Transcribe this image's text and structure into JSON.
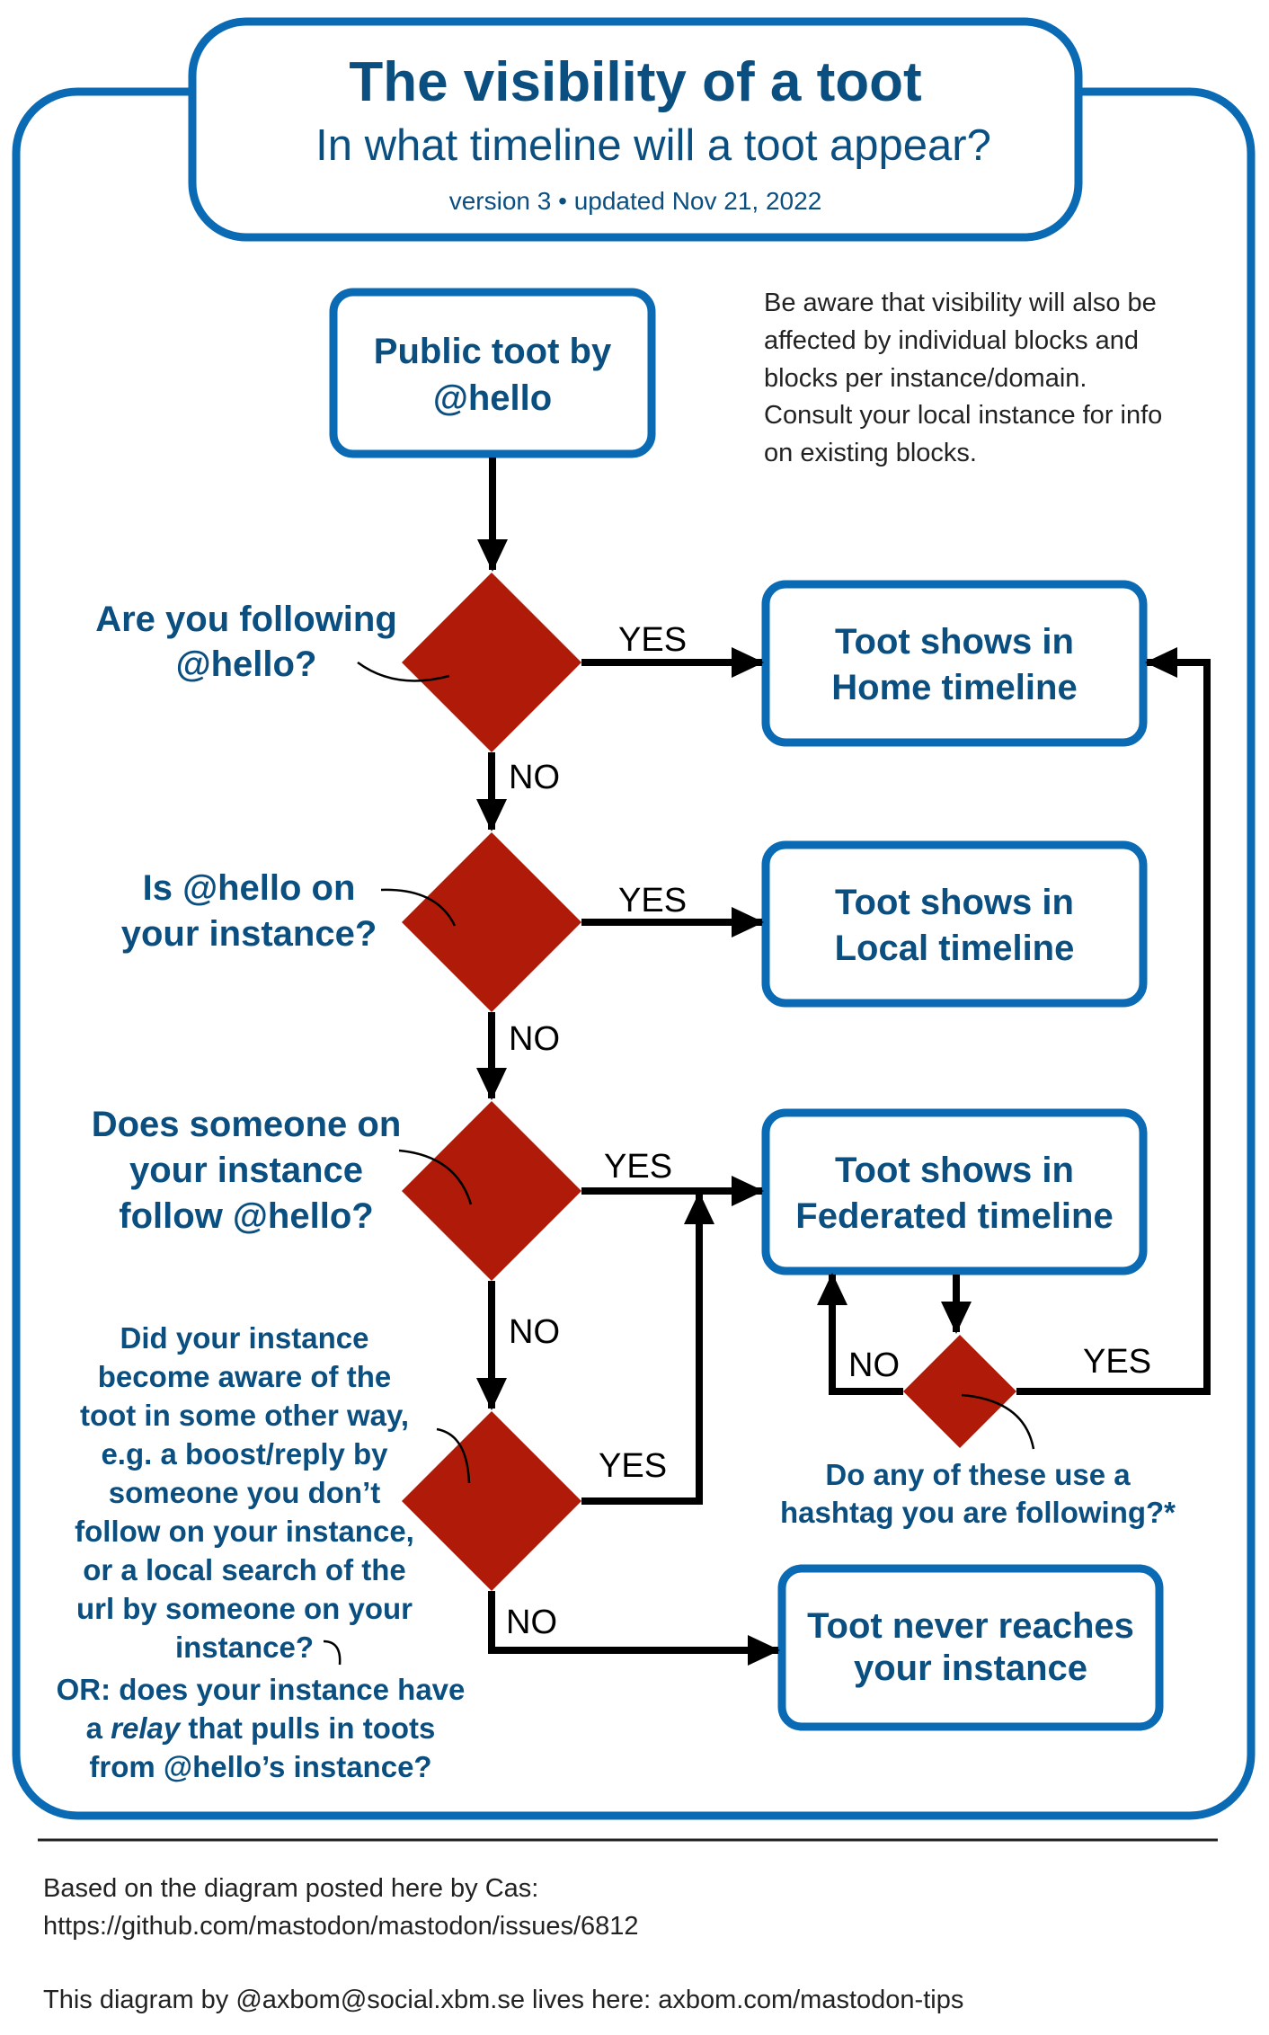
{
  "header": {
    "title": "The visibility of a toot",
    "subtitle": "In what timeline will a toot appear?",
    "version": "version 3 • updated Nov 21, 2022"
  },
  "start": {
    "lines": [
      "Public toot by",
      "@hello"
    ]
  },
  "note": {
    "lines": [
      "Be aware that visibility will also be",
      "affected by individual blocks and",
      "blocks per instance/domain.",
      "Consult your local instance for info",
      "on existing blocks."
    ]
  },
  "questions": {
    "q1": [
      "Are you following",
      "@hello?"
    ],
    "q2": [
      "Is @hello on",
      "your instance?"
    ],
    "q3": [
      "Does someone on",
      "your instance",
      "follow @hello?"
    ],
    "q4": [
      "Did your instance",
      "become aware of the",
      "toot in some other way,",
      "e.g. a boost/reply by",
      "someone you don’t",
      "follow on your instance,",
      "or a local search of the",
      "url by someone on your",
      "instance?"
    ],
    "q4_or": {
      "line1": "OR: does your instance have",
      "line2_prefix": "a ",
      "line2_em": "relay",
      "line2_suffix": " that pulls in toots",
      "line3": "from @hello’s instance?"
    },
    "q5": [
      "Do any of these use a",
      "hashtag you are following?*"
    ]
  },
  "outcomes": {
    "home": [
      "Toot shows in",
      "Home timeline"
    ],
    "local": [
      "Toot shows in",
      "Local timeline"
    ],
    "federated": [
      "Toot shows in",
      "Federated timeline"
    ],
    "never": [
      "Toot never reaches",
      "your instance"
    ]
  },
  "edge_labels": {
    "yes": "YES",
    "no": "NO"
  },
  "footer": {
    "line1": "Based on the diagram posted here by Cas:",
    "line2": "https://github.com/mastodon/mastodon/issues/6812",
    "line3": "This diagram by @axbom@social.xbm.se lives here: axbom.com/mastodon-tips"
  },
  "colors": {
    "frame_blue": "#0a6ab4",
    "text_blue": "#0b4f80",
    "diamond_red": "#b01a09"
  }
}
